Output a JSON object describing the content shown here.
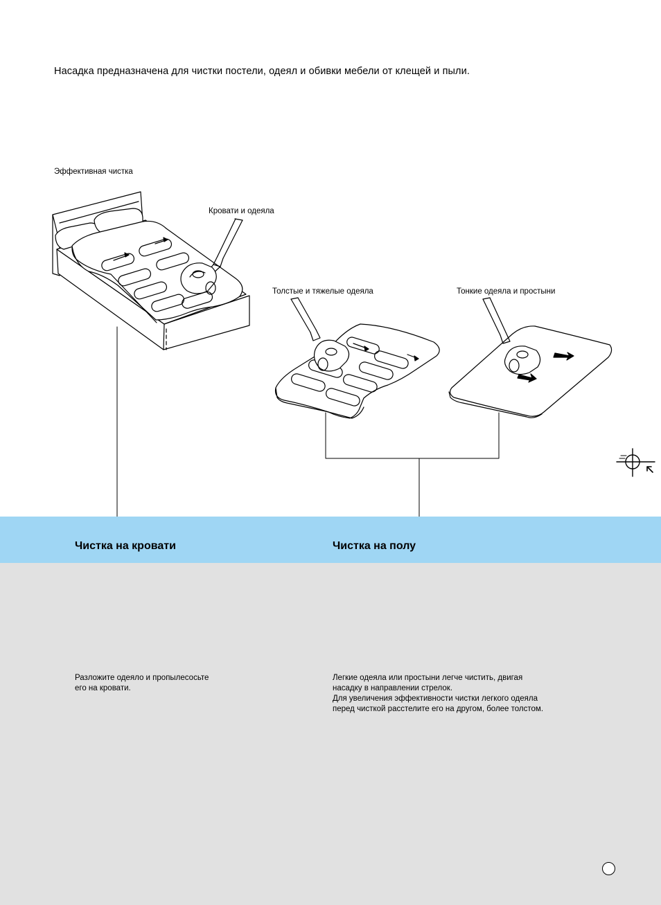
{
  "intro": "Насадка предназначена для чистки постели, одеял и обивки мебели от клещей и пыли.",
  "heading": "Эффективная чистка",
  "captions": {
    "bed": "Кровати и одеяла",
    "thick": "Толстые и тяжелые одеяла",
    "thin": "Тонкие одеяла и простыни"
  },
  "sections": [
    {
      "title": "Чистка на кровати",
      "lines": [
        "Разложите одеяло и пропылесосьте",
        "его на кровати."
      ]
    },
    {
      "title": "Чистка на полу",
      "lines": [
        "Легкие одеяла или простыни легче чистить, двигая",
        "насадку в направлении стрелок.",
        "Для увеличения эффективности чистки легкого одеяла",
        "перед чисткой расстелите его на другом, более толстом."
      ]
    }
  ],
  "icons": [
    "registration-mark-icon",
    "page-number-circle-icon"
  ],
  "colors": {
    "header_band": "#9fd6f4",
    "body_band": "#e1e1e1"
  }
}
